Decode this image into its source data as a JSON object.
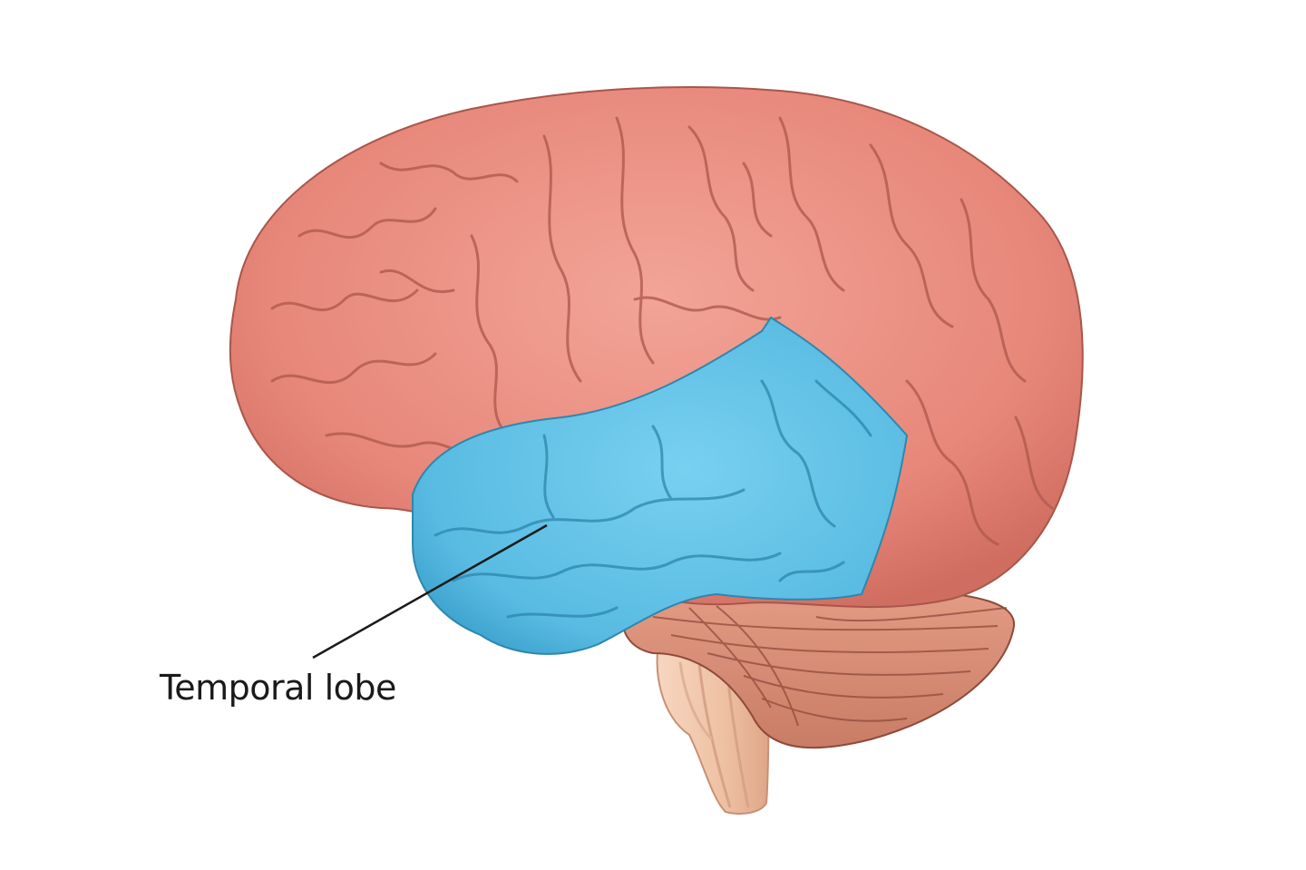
{
  "diagram": {
    "subject": "Human brain, lateral view",
    "highlighted_region": "temporal lobe",
    "label": "Temporal lobe",
    "colors": {
      "cerebrum": "#e8897d",
      "cerebrum_shadow": "#b85a50",
      "temporal_lobe": "#5bbde3",
      "temporal_lobe_shadow": "#2f8fb8",
      "cerebellum": "#d98a74",
      "brainstem": "#f0c3a8",
      "leader_line": "#1a1a1a",
      "background": "#ffffff"
    },
    "parts": [
      "cerebrum",
      "temporal lobe",
      "cerebellum",
      "brainstem"
    ]
  }
}
